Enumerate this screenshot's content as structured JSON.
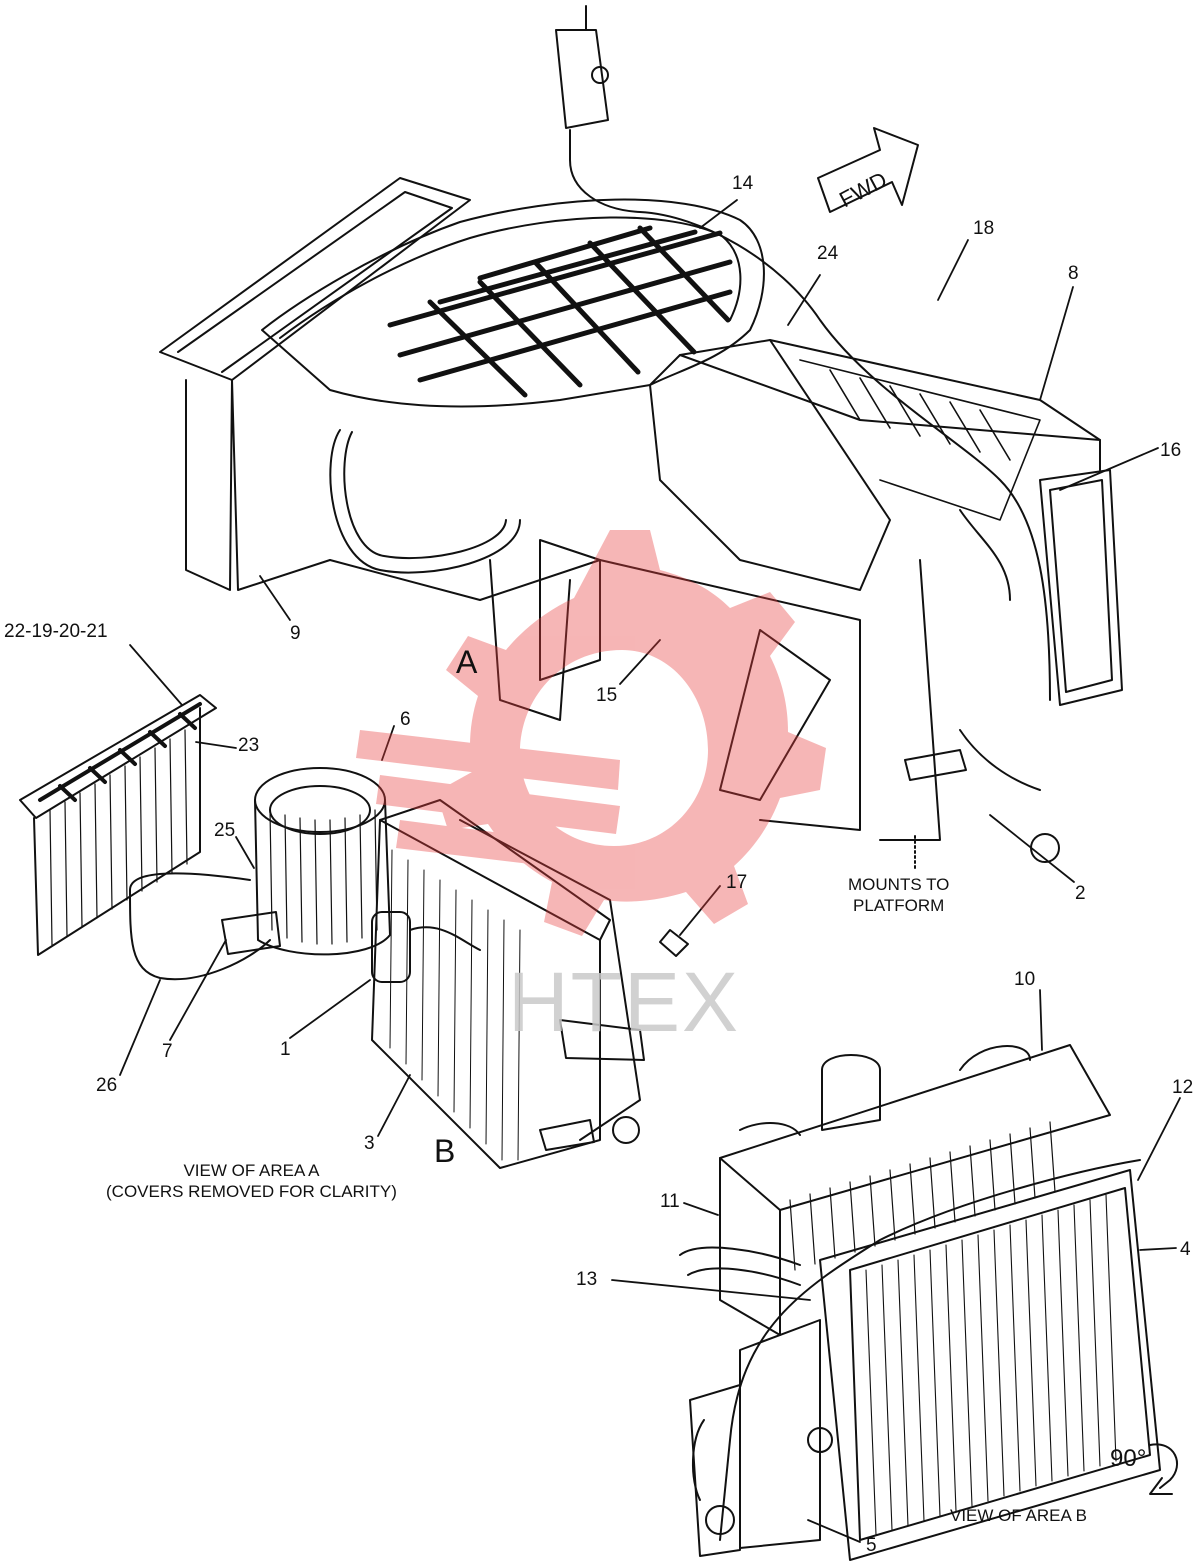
{
  "callouts": [
    {
      "id": "14",
      "text": "14"
    },
    {
      "id": "24",
      "text": "24"
    },
    {
      "id": "18",
      "text": "18"
    },
    {
      "id": "8",
      "text": "8"
    },
    {
      "id": "16",
      "text": "16"
    },
    {
      "id": "9",
      "text": "9"
    },
    {
      "id": "22-19-20-21",
      "text": "22-19-20-21"
    },
    {
      "id": "23",
      "text": "23"
    },
    {
      "id": "6",
      "text": "6"
    },
    {
      "id": "15",
      "text": "15"
    },
    {
      "id": "25",
      "text": "25"
    },
    {
      "id": "17",
      "text": "17"
    },
    {
      "id": "2",
      "text": "2"
    },
    {
      "id": "7",
      "text": "7"
    },
    {
      "id": "1",
      "text": "1"
    },
    {
      "id": "26",
      "text": "26"
    },
    {
      "id": "3",
      "text": "3"
    },
    {
      "id": "10",
      "text": "10"
    },
    {
      "id": "12",
      "text": "12"
    },
    {
      "id": "11",
      "text": "11"
    },
    {
      "id": "4",
      "text": "4"
    },
    {
      "id": "13",
      "text": "13"
    },
    {
      "id": "5",
      "text": "5"
    }
  ],
  "labels": {
    "fwd": "FWD",
    "area_a": "A",
    "area_b": "B",
    "mounts_line1": "MOUNTS TO",
    "mounts_line2": "PLATFORM",
    "view_a_line1": "VIEW OF AREA  A",
    "view_a_line2": "(COVERS REMOVED FOR CLARITY)",
    "view_b": "VIEW OF AREA  B",
    "rotation": "90°",
    "watermark": "HTEX"
  },
  "colors": {
    "line": "#111111",
    "watermark_red": "#e8403f",
    "watermark_gray": "#c9c9c9"
  }
}
